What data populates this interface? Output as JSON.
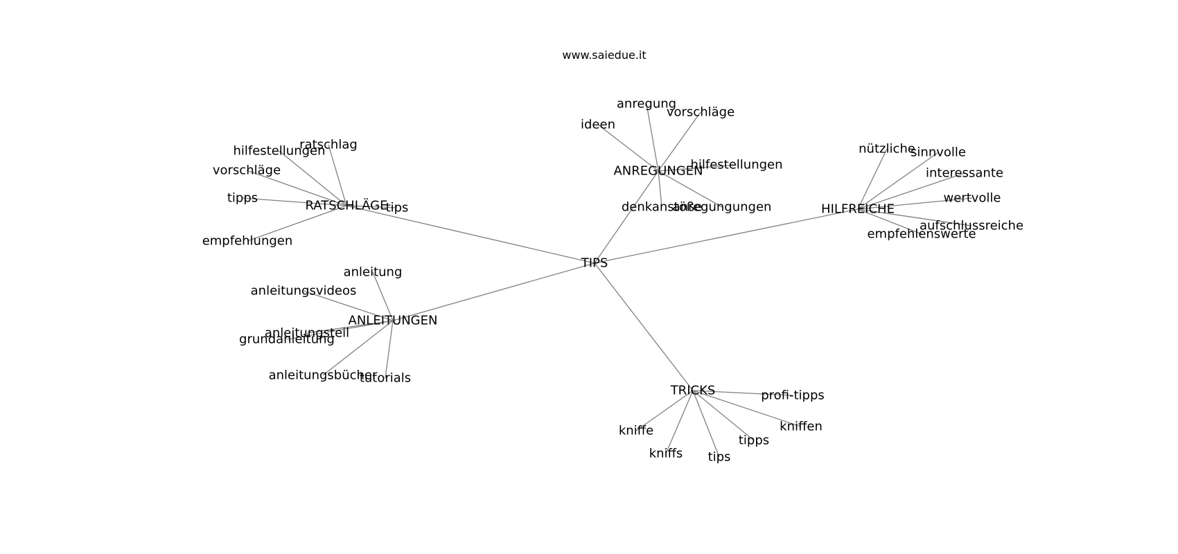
{
  "header": {
    "site": "www.saiedue.it"
  },
  "graph": {
    "center": "TIPS",
    "hubs": [
      {
        "id": "ratschlaege",
        "label": "RATSCHLÄGE",
        "leaves": [
          "ratschlag",
          "hilfestellungen",
          "vorschläge",
          "tipps",
          "tips",
          "empfehlungen"
        ]
      },
      {
        "id": "anregungen",
        "label": "ANREGUNGEN",
        "leaves": [
          "anregung",
          "vorschläge",
          "ideen",
          "hilfestellungen",
          "denkanstöße",
          "anregungungen"
        ]
      },
      {
        "id": "hilfreiche",
        "label": "HILFREICHE",
        "leaves": [
          "nützliche",
          "sinnvolle",
          "interessante",
          "wertvolle",
          "aufschlussreiche",
          "empfehlenswerte"
        ]
      },
      {
        "id": "anleitungen",
        "label": "ANLEITUNGEN",
        "leaves": [
          "anleitung",
          "anleitungsvideos",
          "anleitungsteil",
          "grundanleitung",
          "anleitungsbücher",
          "tutorials"
        ]
      },
      {
        "id": "tricks",
        "label": "TRICKS",
        "leaves": [
          "profi-tipps",
          "kniffen",
          "tipps",
          "kniffe",
          "kniffs",
          "tips"
        ]
      }
    ]
  }
}
